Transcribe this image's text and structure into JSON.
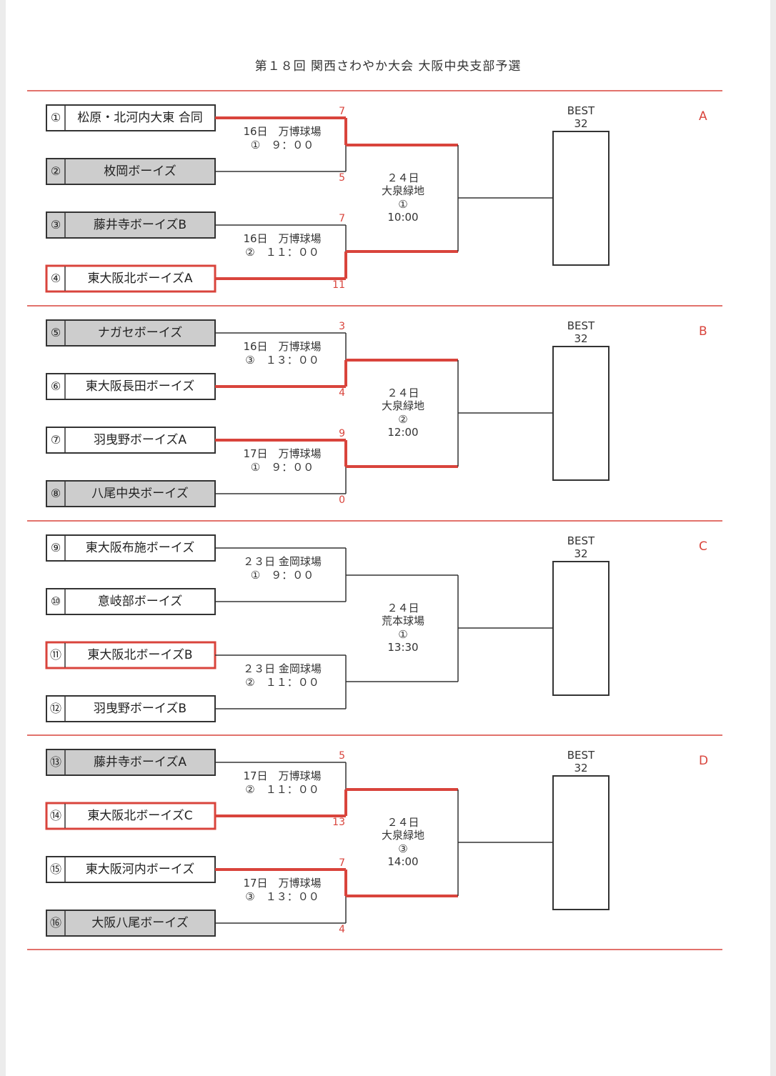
{
  "title": "第１８回 関西さわやか大会 大阪中央支部予選",
  "colors": {
    "accent": "#d9443c",
    "line": "#333333",
    "loser_fill": "#cdcdcd",
    "winner_border": "#d9443c"
  },
  "blocks": [
    {
      "letter": "A",
      "best_label": "BEST",
      "best_number": "32",
      "teams": [
        {
          "num": "①",
          "name": "松原・北河内大東 合同",
          "style": "plain"
        },
        {
          "num": "②",
          "name": "枚岡ボーイズ",
          "style": "gray"
        },
        {
          "num": "③",
          "name": "藤井寺ボーイズB",
          "style": "gray"
        },
        {
          "num": "④",
          "name": "東大阪北ボーイズA",
          "style": "red"
        }
      ],
      "matches": [
        {
          "line1": "16日　万博球場",
          "line2": "①　９：００",
          "score_top": "7",
          "score_bottom": "5",
          "winner": "top"
        },
        {
          "line1": "16日　万博球場",
          "line2": "②　１１：００",
          "score_top": "7",
          "score_bottom": "11",
          "winner": "bottom"
        }
      ],
      "second": {
        "line1": "２４日",
        "line2": "大泉緑地",
        "line3": "①",
        "line4": "10:00",
        "winner": "both"
      }
    },
    {
      "letter": "B",
      "best_label": "BEST",
      "best_number": "32",
      "teams": [
        {
          "num": "⑤",
          "name": "ナガセボーイズ",
          "style": "gray"
        },
        {
          "num": "⑥",
          "name": "東大阪長田ボーイズ",
          "style": "plain"
        },
        {
          "num": "⑦",
          "name": "羽曳野ボーイズA",
          "style": "plain"
        },
        {
          "num": "⑧",
          "name": "八尾中央ボーイズ",
          "style": "gray"
        }
      ],
      "matches": [
        {
          "line1": "16日　万博球場",
          "line2": "③　１３：００",
          "score_top": "3",
          "score_bottom": "4",
          "winner": "bottom"
        },
        {
          "line1": "17日　万博球場",
          "line2": "①　９：００",
          "score_top": "9",
          "score_bottom": "0",
          "winner": "top"
        }
      ],
      "second": {
        "line1": "２４日",
        "line2": "大泉緑地",
        "line3": "②",
        "line4": "12:00",
        "winner": "both"
      }
    },
    {
      "letter": "C",
      "best_label": "BEST",
      "best_number": "32",
      "teams": [
        {
          "num": "⑨",
          "name": "東大阪布施ボーイズ",
          "style": "plain"
        },
        {
          "num": "⑩",
          "name": "意岐部ボーイズ",
          "style": "plain"
        },
        {
          "num": "⑪",
          "name": "東大阪北ボーイズB",
          "style": "red"
        },
        {
          "num": "⑫",
          "name": "羽曳野ボーイズB",
          "style": "plain"
        }
      ],
      "matches": [
        {
          "line1": "２３日 金岡球場",
          "line2": "①　９：００",
          "score_top": "",
          "score_bottom": "",
          "winner": "none"
        },
        {
          "line1": "２３日 金岡球場",
          "line2": "②　１１：００",
          "score_top": "",
          "score_bottom": "",
          "winner": "none"
        }
      ],
      "second": {
        "line1": "２４日",
        "line2": "荒本球場",
        "line3": "①",
        "line4": "13:30",
        "winner": "none"
      }
    },
    {
      "letter": "D",
      "best_label": "BEST",
      "best_number": "32",
      "teams": [
        {
          "num": "⑬",
          "name": "藤井寺ボーイズA",
          "style": "gray"
        },
        {
          "num": "⑭",
          "name": "東大阪北ボーイズC",
          "style": "red"
        },
        {
          "num": "⑮",
          "name": "東大阪河内ボーイズ",
          "style": "plain"
        },
        {
          "num": "⑯",
          "name": "大阪八尾ボーイズ",
          "style": "gray"
        }
      ],
      "matches": [
        {
          "line1": "17日　万博球場",
          "line2": "②　１１：００",
          "score_top": "5",
          "score_bottom": "13",
          "winner": "bottom"
        },
        {
          "line1": "17日　万博球場",
          "line2": "③　１３：００",
          "score_top": "7",
          "score_bottom": "4",
          "winner": "top"
        }
      ],
      "second": {
        "line1": "２４日",
        "line2": "大泉緑地",
        "line3": "③",
        "line4": "14:00",
        "winner": "both"
      }
    }
  ]
}
